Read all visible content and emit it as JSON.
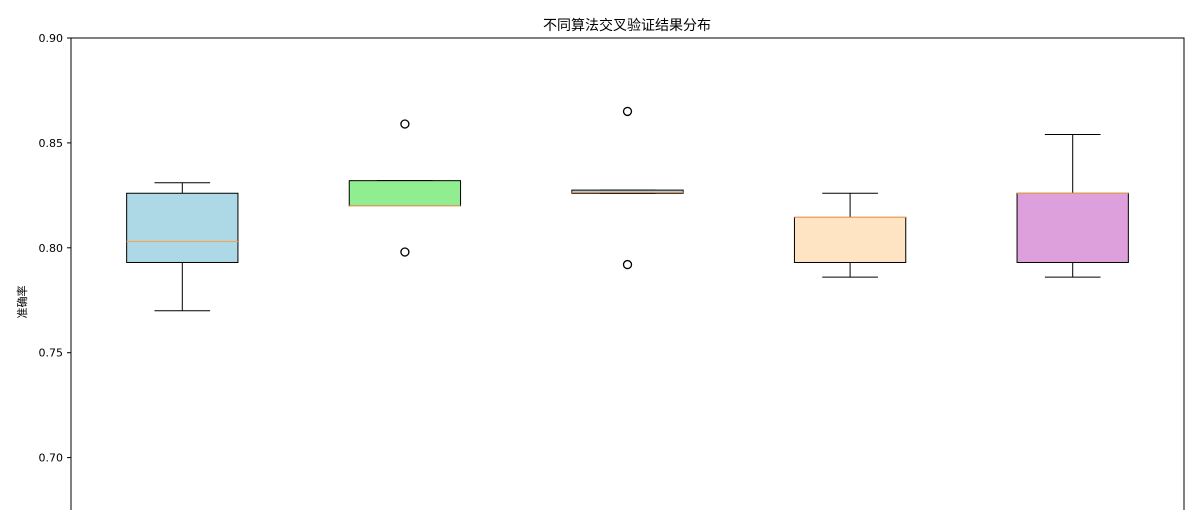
{
  "chart_data": {
    "type": "box",
    "title": "不同算法交叉验证结果分布",
    "xlabel": "",
    "ylabel": "准确率",
    "ylim": [
      0.6755,
      0.9
    ],
    "yticks": [
      0.7,
      0.75,
      0.8,
      0.85,
      0.9
    ],
    "ytick_labels": [
      "0.70",
      "0.75",
      "0.80",
      "0.85",
      "0.90"
    ],
    "grid": false,
    "boxes": [
      {
        "color": "#add8e6",
        "whisker_low": 0.77,
        "q1": 0.793,
        "median": 0.803,
        "q3": 0.826,
        "whisker_high": 0.831,
        "outliers": []
      },
      {
        "color": "#90ee90",
        "whisker_low": 0.82,
        "q1": 0.82,
        "median": 0.82,
        "q3": 0.832,
        "whisker_high": 0.832,
        "outliers": [
          0.859,
          0.798
        ]
      },
      {
        "color": "#add8e6",
        "whisker_low": 0.826,
        "q1": 0.826,
        "median": 0.8265,
        "q3": 0.8275,
        "whisker_high": 0.8275,
        "outliers": [
          0.865,
          0.792
        ]
      },
      {
        "color": "#ffe4c4",
        "whisker_low": 0.786,
        "q1": 0.793,
        "median": 0.8145,
        "q3": 0.8145,
        "whisker_high": 0.826,
        "outliers": []
      },
      {
        "color": "#dda0dd",
        "whisker_low": 0.786,
        "q1": 0.793,
        "median": 0.826,
        "q3": 0.826,
        "whisker_high": 0.854,
        "outliers": []
      }
    ],
    "median_color": "#f4a460"
  }
}
